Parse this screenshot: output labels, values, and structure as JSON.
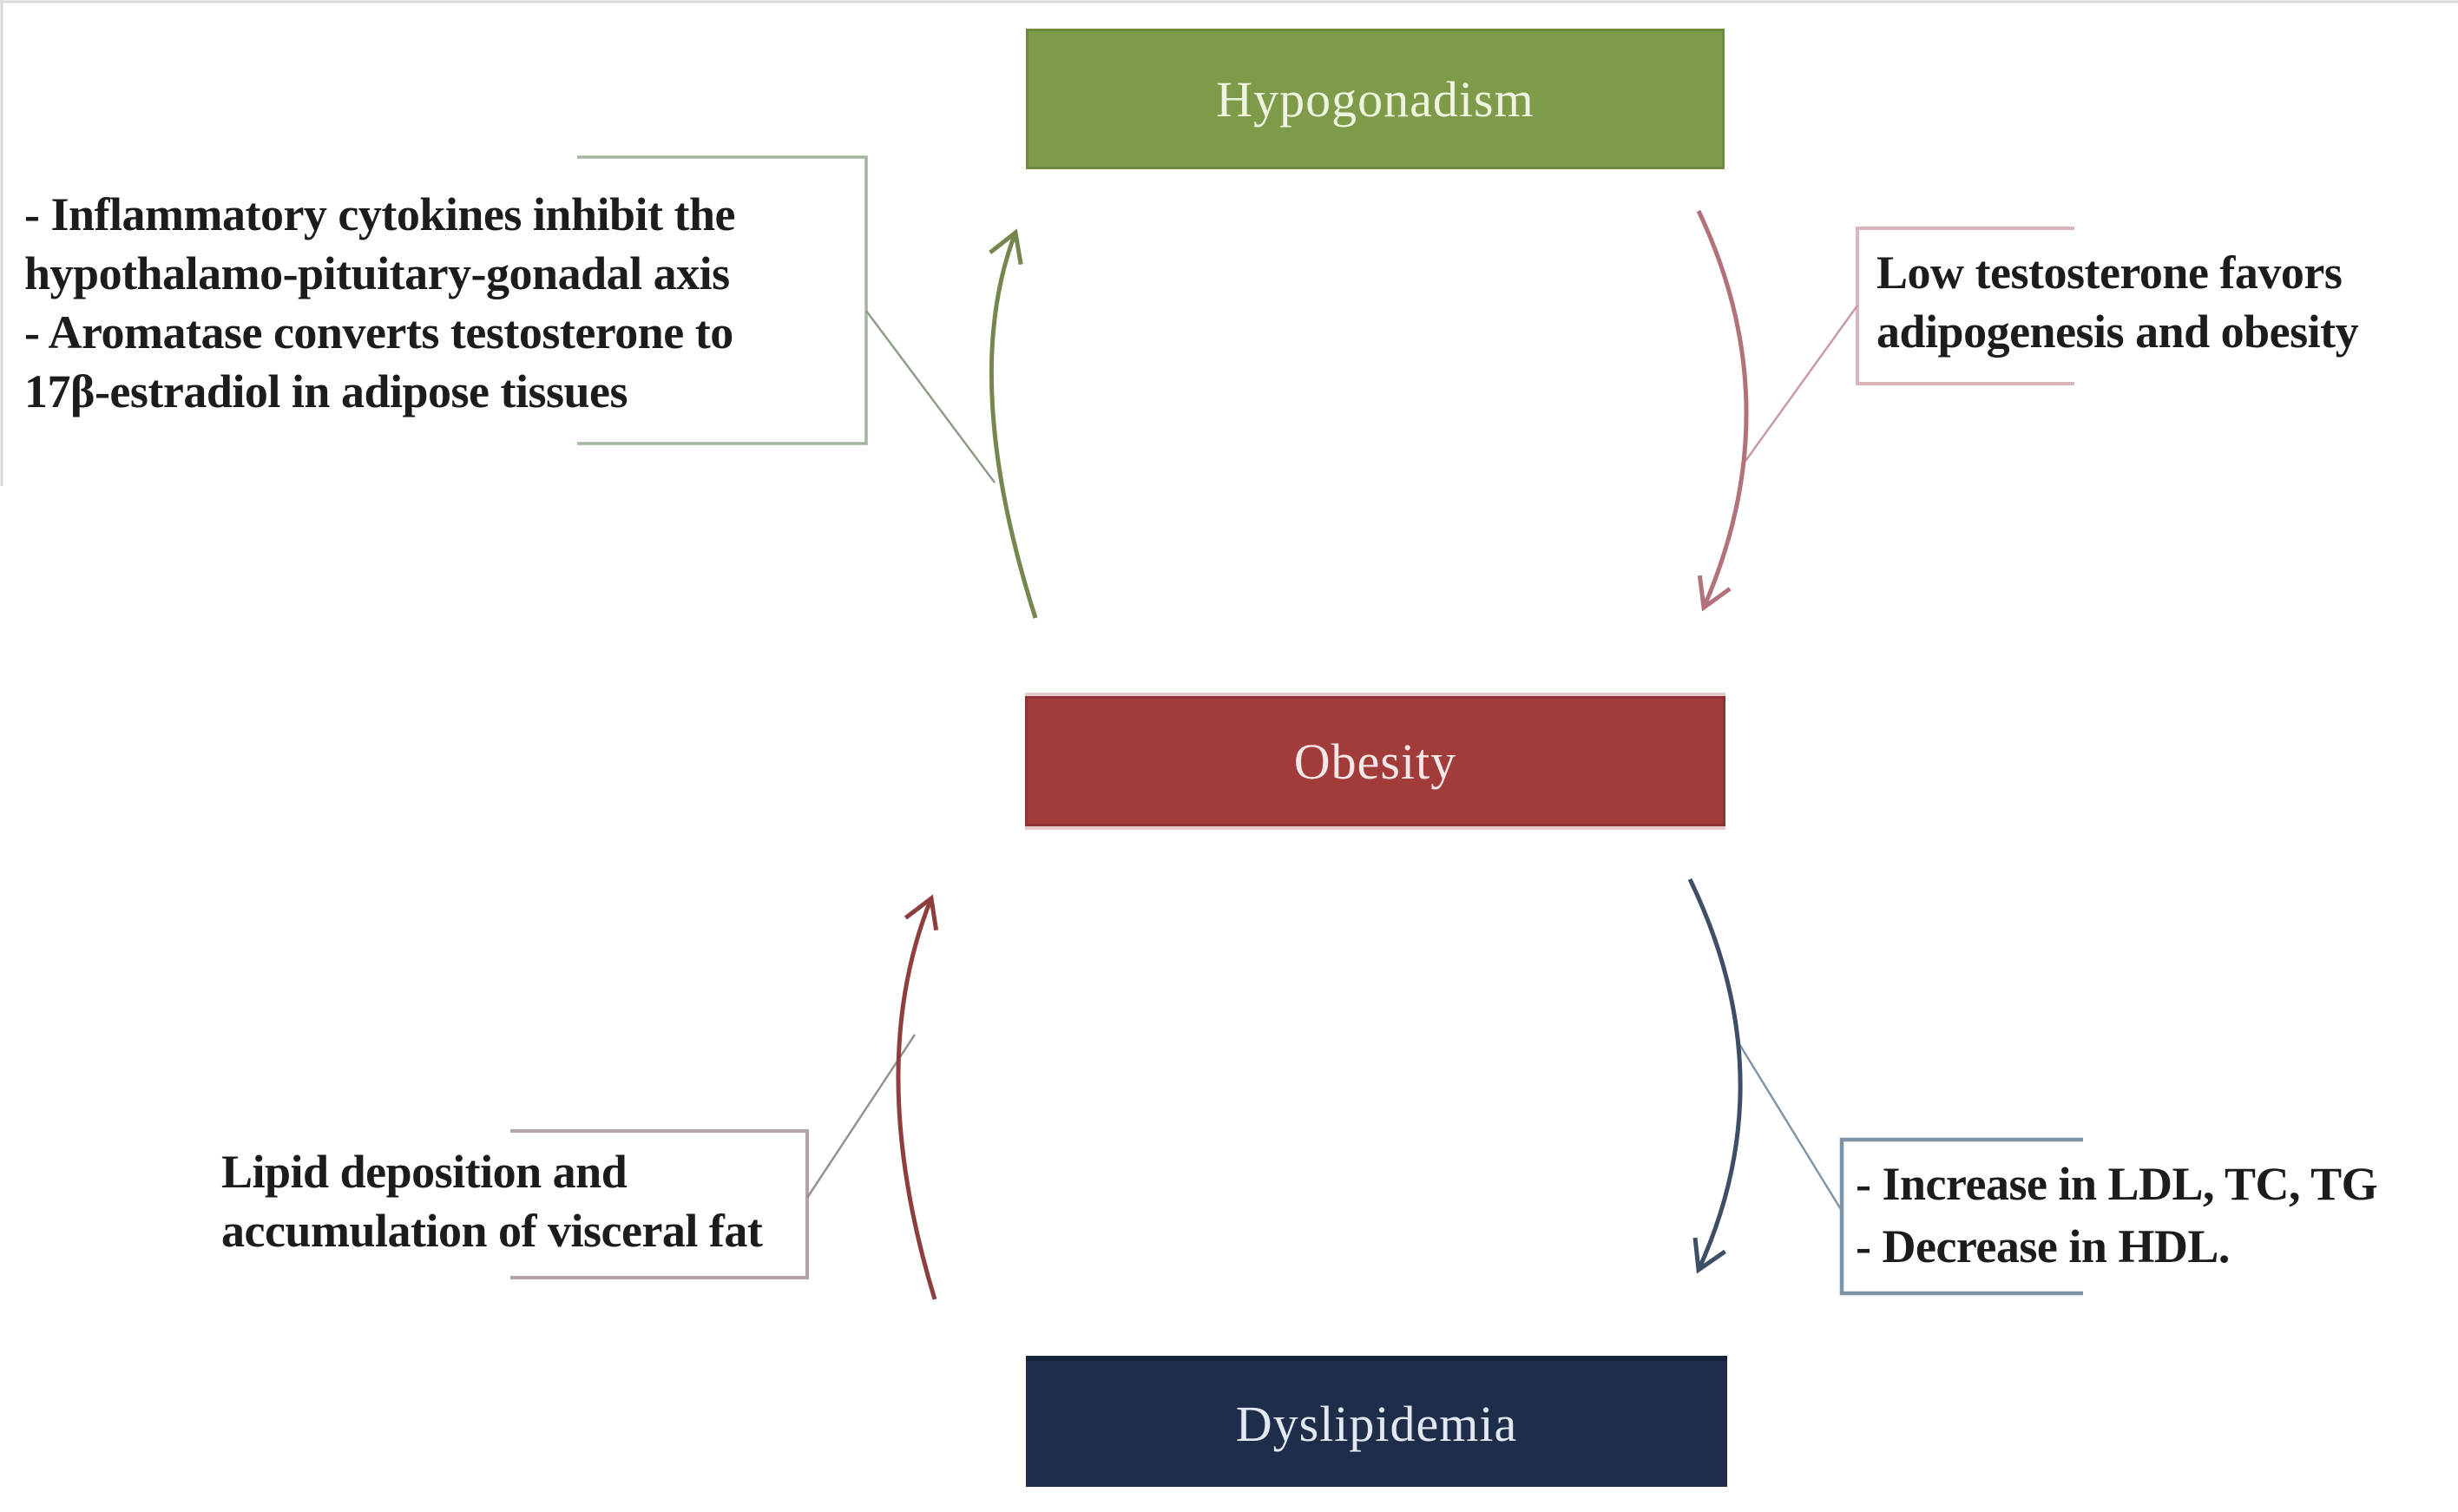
{
  "figure": {
    "background": "#ffffff",
    "description_visible_text_only": true
  },
  "nodes": {
    "hypogonadism": {
      "label": "Hypogonadism",
      "fill": "#7d9b49",
      "border": "#6d8a3e",
      "text_color": "#edf4e0"
    },
    "obesity": {
      "label": "Obesity",
      "fill": "#a23c3a",
      "border": "#8e3332",
      "text_color": "#f5e7e7"
    },
    "dyslipidemia": {
      "label": "Dyslipidemia",
      "fill": "#1e2d49",
      "border": "#16233c",
      "text_color": "#e3e9f2"
    }
  },
  "annotations": {
    "upper_left": {
      "lines": [
        "- Inflammatory cytokines inhibit the",
        "hypothalamo-pituitary-gonadal axis",
        "- Aromatase converts testosterone to",
        "17β-estradiol in adipose tissues"
      ],
      "bracket_color": "#a3b6a0",
      "leader_color": "#8d9d88"
    },
    "upper_right": {
      "lines": [
        "Low testosterone favors",
        "adipogenesis and obesity"
      ],
      "bracket_color": "#dcb6bd",
      "leader_color": "#c89ba4"
    },
    "lower_left": {
      "lines": [
        "Lipid deposition and",
        "accumulation of visceral fat"
      ],
      "bracket_color": "#b2a4a7",
      "leader_color": "#9a8f92"
    },
    "lower_right": {
      "lines": [
        "- Increase in LDL, TC, TG",
        "- Decrease in HDL."
      ],
      "bracket_color": "#7e94a4",
      "leader_color": "#8195a4"
    }
  },
  "arrows": {
    "obesity_to_hypogonadism": {
      "color": "#76864f"
    },
    "hypogonadism_to_obesity": {
      "color": "#b2717b"
    },
    "dyslipidemia_to_obesity": {
      "color": "#8e3e3e"
    },
    "obesity_to_dyslipidemia": {
      "color": "#3e4e67"
    }
  },
  "page_edge": {
    "color": "#d9d9d9"
  }
}
